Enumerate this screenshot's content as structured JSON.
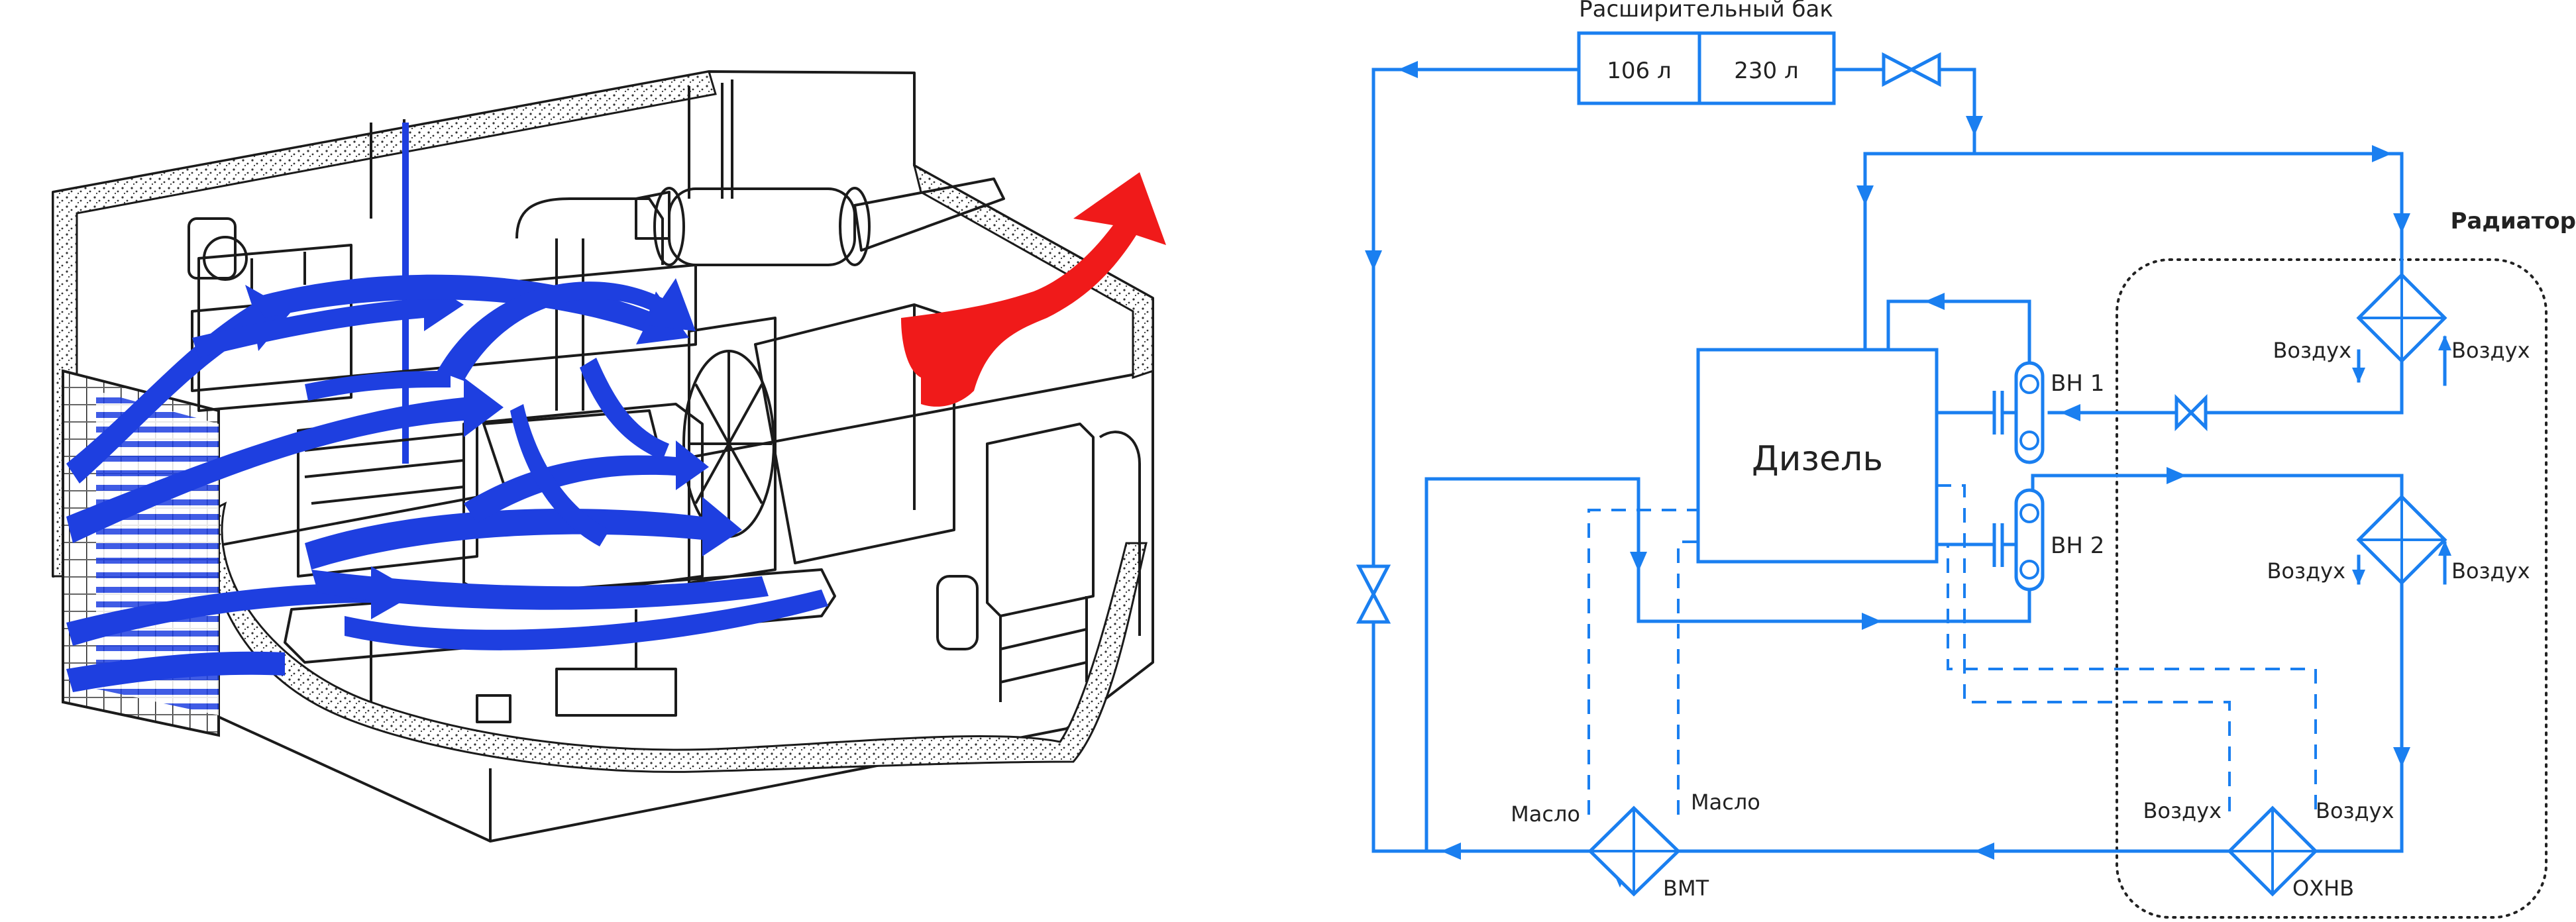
{
  "colors": {
    "pipe": "#1a7ff0",
    "coolant_flow": "#1e3fe0",
    "hot_air": "#f01a1a",
    "sketch_line": "#1b1b1b"
  },
  "illustration": {
    "name": "diesel-generator-room-cutaway"
  },
  "schematic": {
    "expansion_tank": {
      "caption": "Расширительный бак",
      "left_value": "106 л",
      "right_value": "230 л"
    },
    "radiator_label": "Радиатор",
    "engine_label": "Дизель",
    "pump1_label": "ВН 1",
    "pump2_label": "ВН 2",
    "air_labels": [
      "Воздух",
      "Воздух",
      "Воздух",
      "Воздух",
      "Воздух",
      "Воздух"
    ],
    "oil_labels": [
      "Масло",
      "Масло"
    ],
    "oil_cooler_label": "ВМТ",
    "charge_air_cooler_label": "ОХНВ"
  }
}
